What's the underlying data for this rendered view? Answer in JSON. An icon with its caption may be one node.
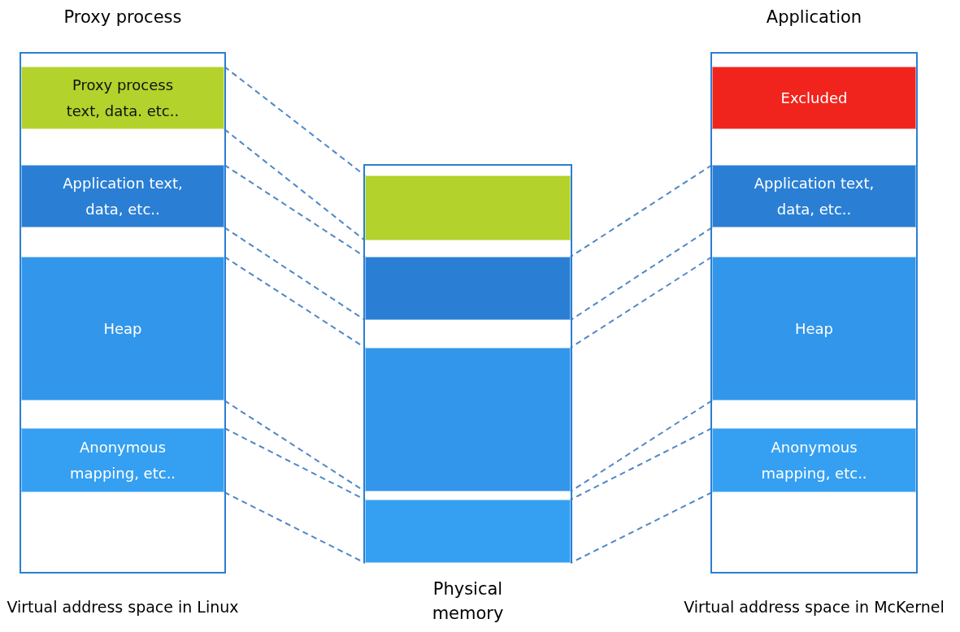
{
  "diagram": {
    "nodes": [
      {
        "text": [
          "Proxy process"
        ],
        "beside": [
          "Virtual address space in Linux"
        ]
      },
      {
        "text": [
          "Proxy process text, data. etc.."
        ],
        "in": 0
      },
      {
        "text": [
          "Application text, data, etc.."
        ],
        "in": 0
      },
      {
        "text": [
          "Heap"
        ],
        "in": 0
      },
      {
        "text": [
          "Anonymous mapping, etc.."
        ],
        "in": 0
      },
      {
        "text": [],
        "shape": "box",
        "beside": [
          "Physical memory"
        ]
      },
      {
        "text": [],
        "shape": "box",
        "in": 5
      },
      {
        "text": [],
        "shape": "box",
        "in": 5
      },
      {
        "text": [],
        "shape": "box",
        "in": 5
      },
      {
        "text": [],
        "shape": "box",
        "in": 5
      },
      {
        "text": [
          "Application"
        ],
        "beside": [
          "Virtual address space in McKernel"
        ]
      },
      {
        "text": [
          "Excluded"
        ],
        "in": 10
      },
      {
        "text": [
          "Application text, data, etc.."
        ],
        "in": 10
      },
      {
        "text": [
          "Heap"
        ],
        "in": 10
      },
      {
        "text": [
          "Anonymous mapping, etc.."
        ],
        "in": 10
      }
    ],
    "edges": [
      {
        "from": 1,
        "to": 6,
        "arrow": "none",
        "style": "dashed"
      },
      {
        "from": 2,
        "to": 7,
        "arrow": "none",
        "style": "dashed"
      },
      {
        "from": 3,
        "to": 8,
        "arrow": "none",
        "style": "dashed"
      },
      {
        "from": 4,
        "to": 9,
        "arrow": "none",
        "style": "dashed"
      },
      {
        "from": 12,
        "to": 7,
        "arrow": "none",
        "style": "dashed"
      },
      {
        "from": 13,
        "to": 8,
        "arrow": "none",
        "style": "dashed"
      },
      {
        "from": 14,
        "to": 9,
        "arrow": "none",
        "style": "dashed"
      }
    ]
  }
}
